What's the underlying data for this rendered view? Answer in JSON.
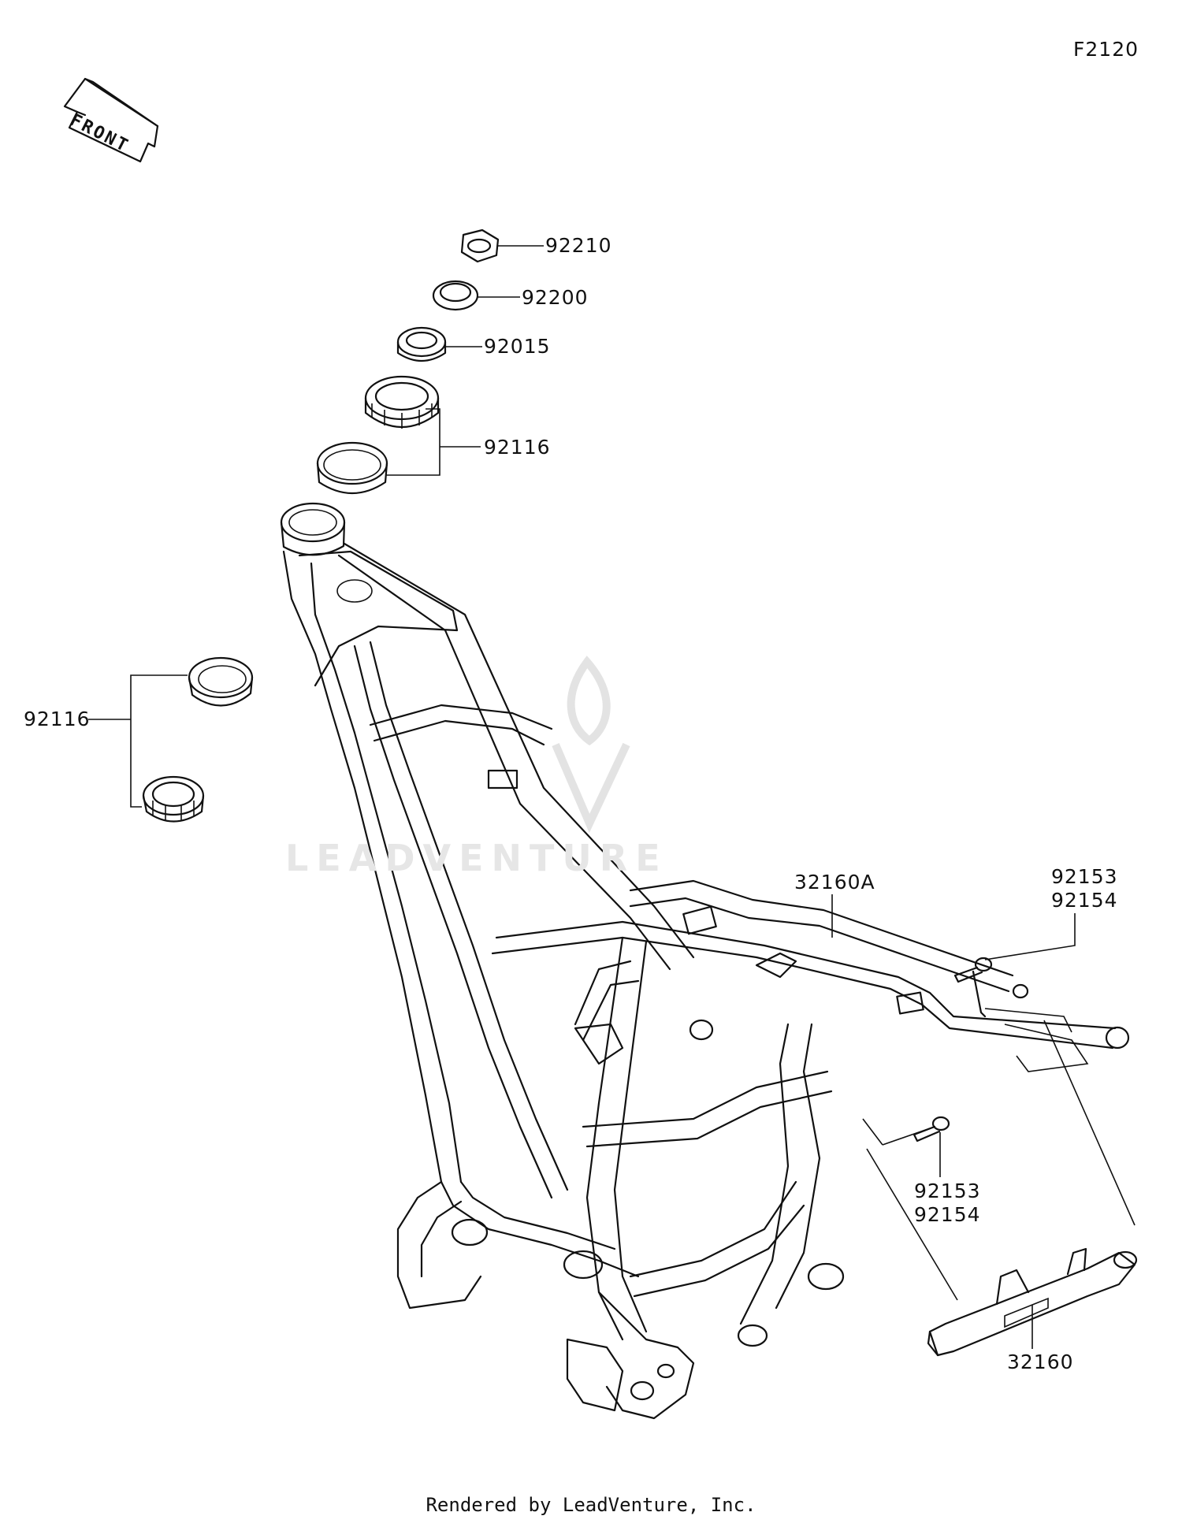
{
  "diagram_code": "F2120",
  "front_indicator": "FRONT",
  "watermark": "LEADVENTURE",
  "footer": "Rendered by LeadVenture, Inc.",
  "parts": {
    "p92210": "92210",
    "p92200": "92200",
    "p92015": "92015",
    "p92116_upper": "92116",
    "p92116_lower": "92116",
    "p32160A": "32160A",
    "p92153_a": "92153",
    "p92154_a": "92154",
    "p92153_b": "92153",
    "p92154_b": "92154",
    "p32160": "32160"
  }
}
